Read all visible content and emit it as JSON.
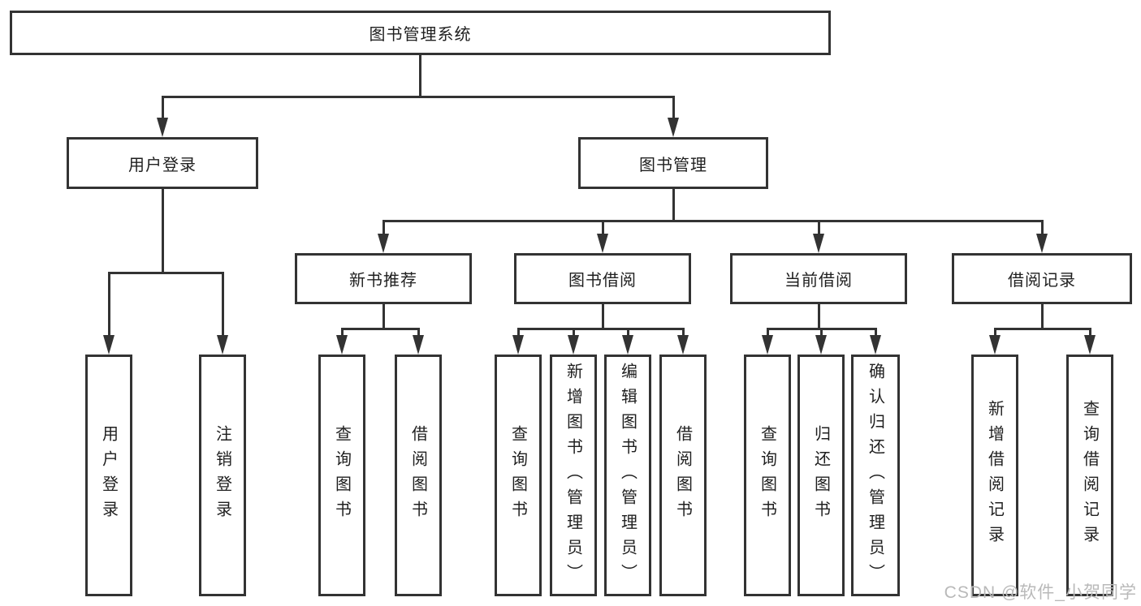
{
  "diagram": {
    "tree": {
      "label": "图书管理系统",
      "children": [
        {
          "label": "用户登录",
          "children": [
            {
              "label": "用户登录"
            },
            {
              "label": "注销登录"
            }
          ]
        },
        {
          "label": "图书管理",
          "children": [
            {
              "label": "新书推荐",
              "children": [
                {
                  "label": "查询图书"
                },
                {
                  "label": "借阅图书"
                }
              ]
            },
            {
              "label": "图书借阅",
              "children": [
                {
                  "label": "查询图书"
                },
                {
                  "label": "新增图书（管理员）"
                },
                {
                  "label": "编辑图书（管理员）"
                },
                {
                  "label": "借阅图书"
                }
              ]
            },
            {
              "label": "当前借阅",
              "children": [
                {
                  "label": "查询图书"
                },
                {
                  "label": "归还图书"
                },
                {
                  "label": "确认归还（管理员）"
                }
              ]
            },
            {
              "label": "借阅记录",
              "children": [
                {
                  "label": "新增借阅记录"
                },
                {
                  "label": "查询借阅记录"
                }
              ]
            }
          ]
        }
      ]
    }
  },
  "watermark": {
    "text": "CSDN @软件_小贺同学"
  },
  "colors": {
    "line": "#333333",
    "box_border": "#333333",
    "text": "#1f1f1f",
    "watermark": "#b9b9b9",
    "background": "#ffffff"
  }
}
